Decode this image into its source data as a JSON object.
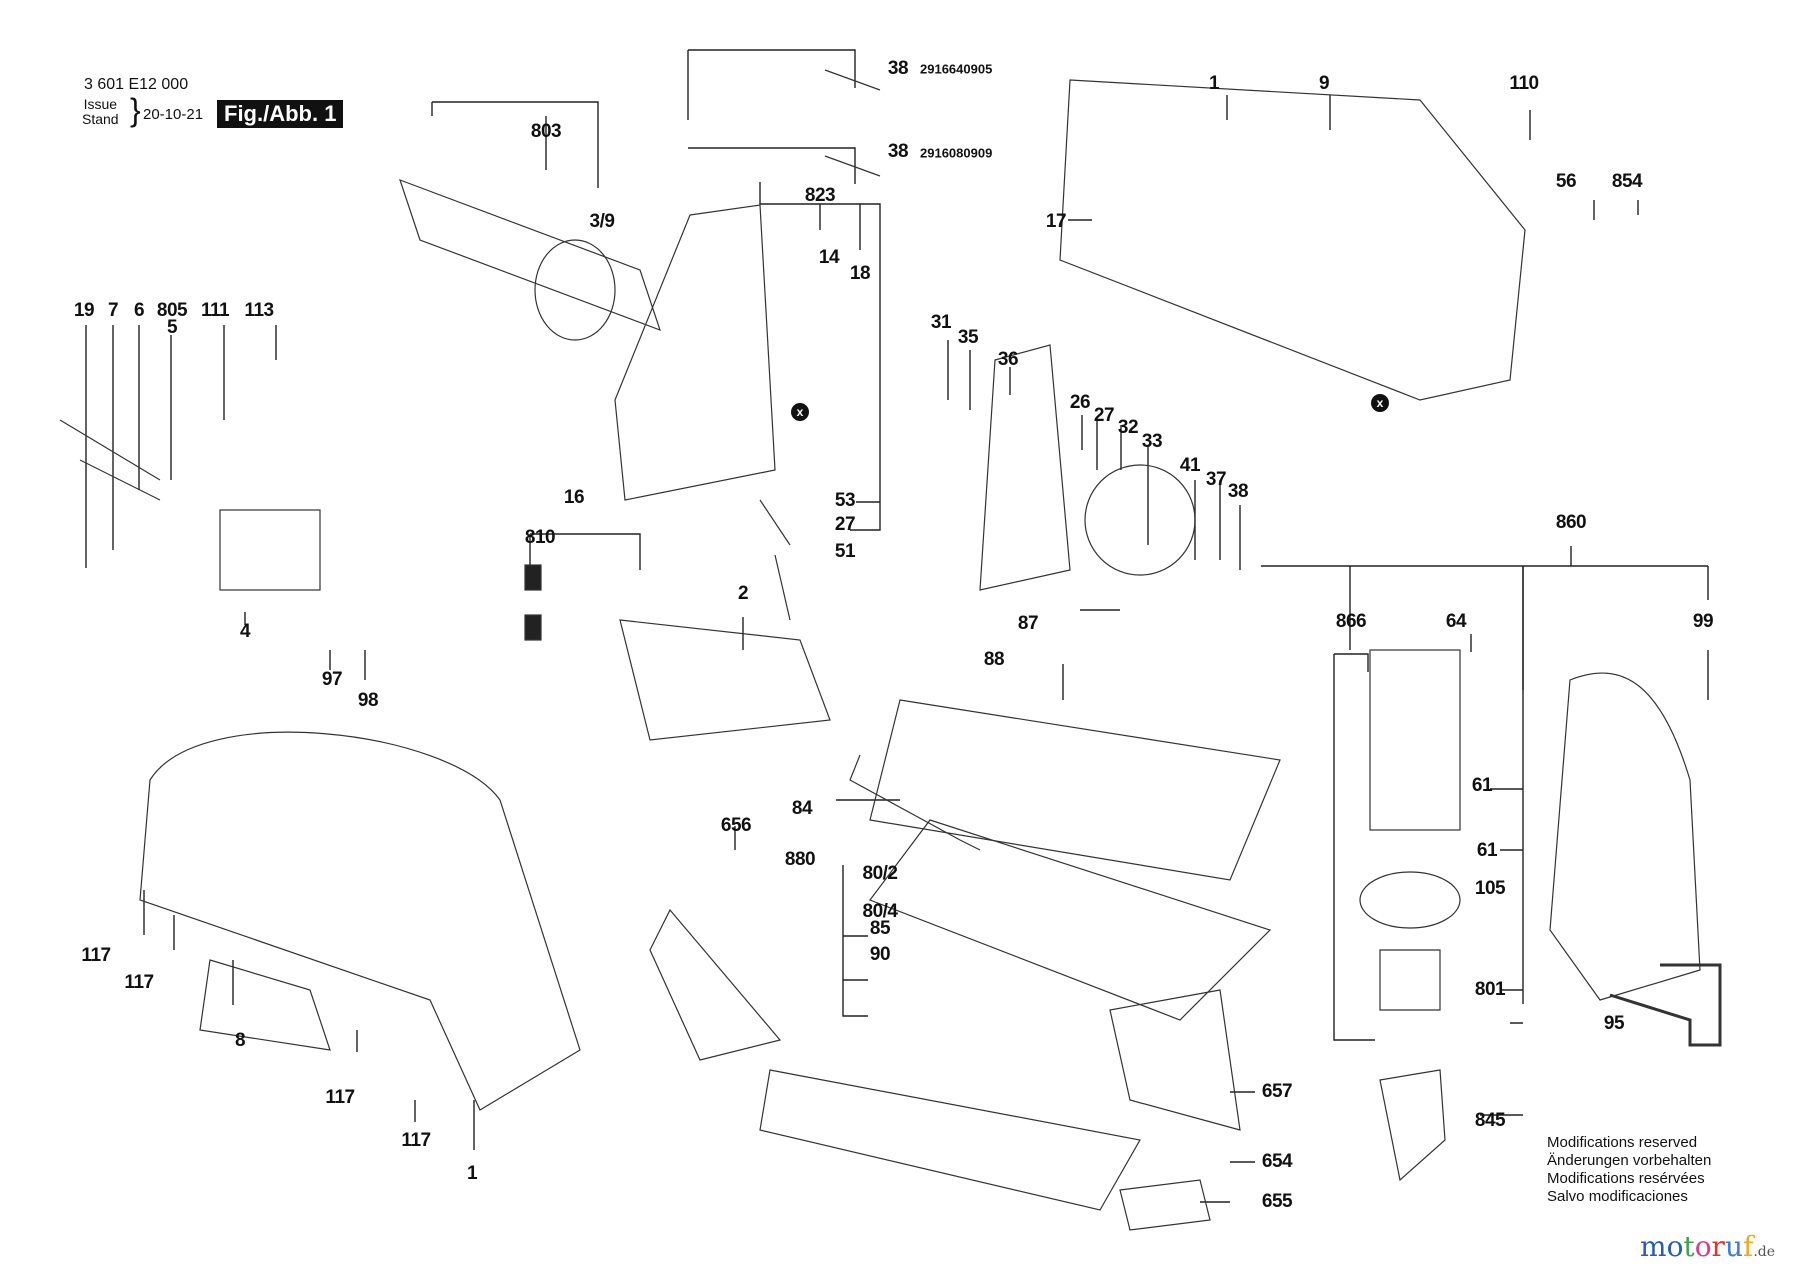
{
  "header": {
    "part_number": "3 601 E12 000",
    "issue_label": "Issue",
    "stand_label": "Stand",
    "date": "20-10-21",
    "figure_label": "Fig./Abb. 1"
  },
  "callouts": [
    {
      "id": "803",
      "label": "803"
    },
    {
      "id": "3/9",
      "label": "3/9"
    },
    {
      "id": "823",
      "label": "823"
    },
    {
      "id": "14",
      "label": "14"
    },
    {
      "id": "18",
      "label": "18"
    },
    {
      "id": "38a",
      "label": "38",
      "part_no": "2916640905"
    },
    {
      "id": "38b",
      "label": "38",
      "part_no": "2916080909"
    },
    {
      "id": "1-top",
      "label": "1"
    },
    {
      "id": "9",
      "label": "9"
    },
    {
      "id": "110",
      "label": "110"
    },
    {
      "id": "56",
      "label": "56"
    },
    {
      "id": "854",
      "label": "854"
    },
    {
      "id": "17",
      "label": "17"
    },
    {
      "id": "19",
      "label": "19"
    },
    {
      "id": "7",
      "label": "7"
    },
    {
      "id": "6",
      "label": "6"
    },
    {
      "id": "805",
      "label": "805"
    },
    {
      "id": "5",
      "label": "5"
    },
    {
      "id": "111",
      "label": "111"
    },
    {
      "id": "113",
      "label": "113"
    },
    {
      "id": "31",
      "label": "31"
    },
    {
      "id": "35",
      "label": "35"
    },
    {
      "id": "36",
      "label": "36"
    },
    {
      "id": "26",
      "label": "26"
    },
    {
      "id": "27a",
      "label": "27"
    },
    {
      "id": "32",
      "label": "32"
    },
    {
      "id": "33",
      "label": "33"
    },
    {
      "id": "41",
      "label": "41"
    },
    {
      "id": "37",
      "label": "37"
    },
    {
      "id": "38c",
      "label": "38"
    },
    {
      "id": "53",
      "label": "53"
    },
    {
      "id": "27b",
      "label": "27"
    },
    {
      "id": "51",
      "label": "51"
    },
    {
      "id": "4",
      "label": "4"
    },
    {
      "id": "16",
      "label": "16"
    },
    {
      "id": "810",
      "label": "810"
    },
    {
      "id": "2",
      "label": "2"
    },
    {
      "id": "97",
      "label": "97"
    },
    {
      "id": "98",
      "label": "98"
    },
    {
      "id": "87",
      "label": "87"
    },
    {
      "id": "88",
      "label": "88"
    },
    {
      "id": "860",
      "label": "860"
    },
    {
      "id": "866",
      "label": "866"
    },
    {
      "id": "64",
      "label": "64"
    },
    {
      "id": "99",
      "label": "99"
    },
    {
      "id": "84",
      "label": "84"
    },
    {
      "id": "880",
      "label": "880"
    },
    {
      "id": "80/2",
      "label": "80/2"
    },
    {
      "id": "80/4",
      "label": "80/4"
    },
    {
      "id": "85",
      "label": "85"
    },
    {
      "id": "90",
      "label": "90"
    },
    {
      "id": "656",
      "label": "656"
    },
    {
      "id": "61a",
      "label": "61"
    },
    {
      "id": "61b",
      "label": "61"
    },
    {
      "id": "105",
      "label": "105"
    },
    {
      "id": "801",
      "label": "801"
    },
    {
      "id": "95",
      "label": "95"
    },
    {
      "id": "845",
      "label": "845"
    },
    {
      "id": "657",
      "label": "657"
    },
    {
      "id": "654",
      "label": "654"
    },
    {
      "id": "655",
      "label": "655"
    },
    {
      "id": "117a",
      "label": "117"
    },
    {
      "id": "117b",
      "label": "117"
    },
    {
      "id": "117c",
      "label": "117"
    },
    {
      "id": "117d",
      "label": "117"
    },
    {
      "id": "8",
      "label": "8"
    },
    {
      "id": "1-bottom",
      "label": "1"
    }
  ],
  "reference_markers": [
    {
      "id": "x1",
      "symbol": "x"
    },
    {
      "id": "x2",
      "symbol": "x"
    }
  ],
  "footer": {
    "modifications": [
      "Modifications reserved",
      "Änderungen vorbehalten",
      "Modifications resérvées",
      "Salvo modificaciones"
    ],
    "logo_letters": [
      "m",
      "o",
      "t",
      "o",
      "r",
      "u",
      "f"
    ],
    "logo_colors": [
      "#2a5db0",
      "#2a5db0",
      "#3aa648",
      "#e03a8c",
      "#e5312f",
      "#3b7dd8",
      "#f5a623"
    ],
    "logo_suffix": ".de"
  }
}
